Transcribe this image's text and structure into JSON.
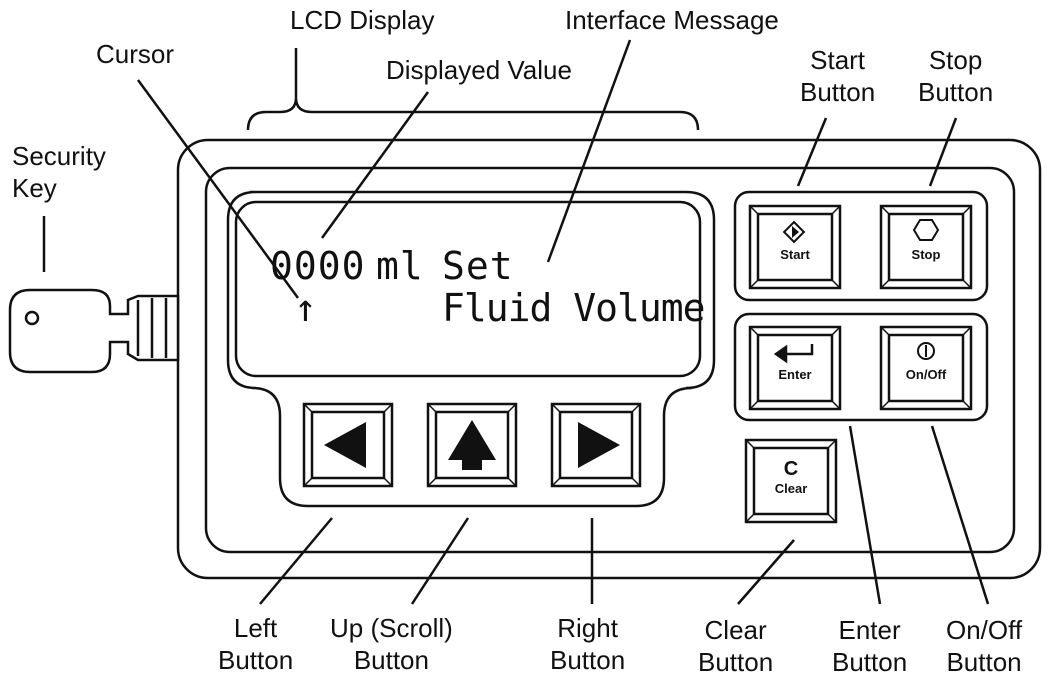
{
  "callouts": {
    "lcd_display": "LCD Display",
    "interface_message": "Interface Message",
    "cursor": "Cursor",
    "displayed_value": "Displayed Value",
    "start": [
      "Start",
      "Button"
    ],
    "stop": [
      "Stop",
      "Button"
    ],
    "security_key": [
      "Security",
      "Key"
    ],
    "left": [
      "Left",
      "Button"
    ],
    "up": [
      "Up (Scroll)",
      "Button"
    ],
    "right": [
      "Right",
      "Button"
    ],
    "clear": [
      "Clear",
      "Button"
    ],
    "enter": [
      "Enter",
      "Button"
    ],
    "onoff": [
      "On/Off",
      "Button"
    ]
  },
  "lcd": {
    "value": "0000",
    "unit": "ml",
    "message_line1": "Set",
    "cursor_glyph": "↑",
    "message_line2": "Fluid Volume"
  },
  "buttons": {
    "start": "Start",
    "stop": "Stop",
    "enter": "Enter",
    "onoff": "On/Off",
    "clear_letter": "C",
    "clear": "Clear"
  },
  "icons": [
    "start-icon",
    "stop-hexagon-icon",
    "enter-arrow-icon",
    "power-icon",
    "left-arrow-icon",
    "up-arrow-icon",
    "right-arrow-icon",
    "key-icon"
  ]
}
